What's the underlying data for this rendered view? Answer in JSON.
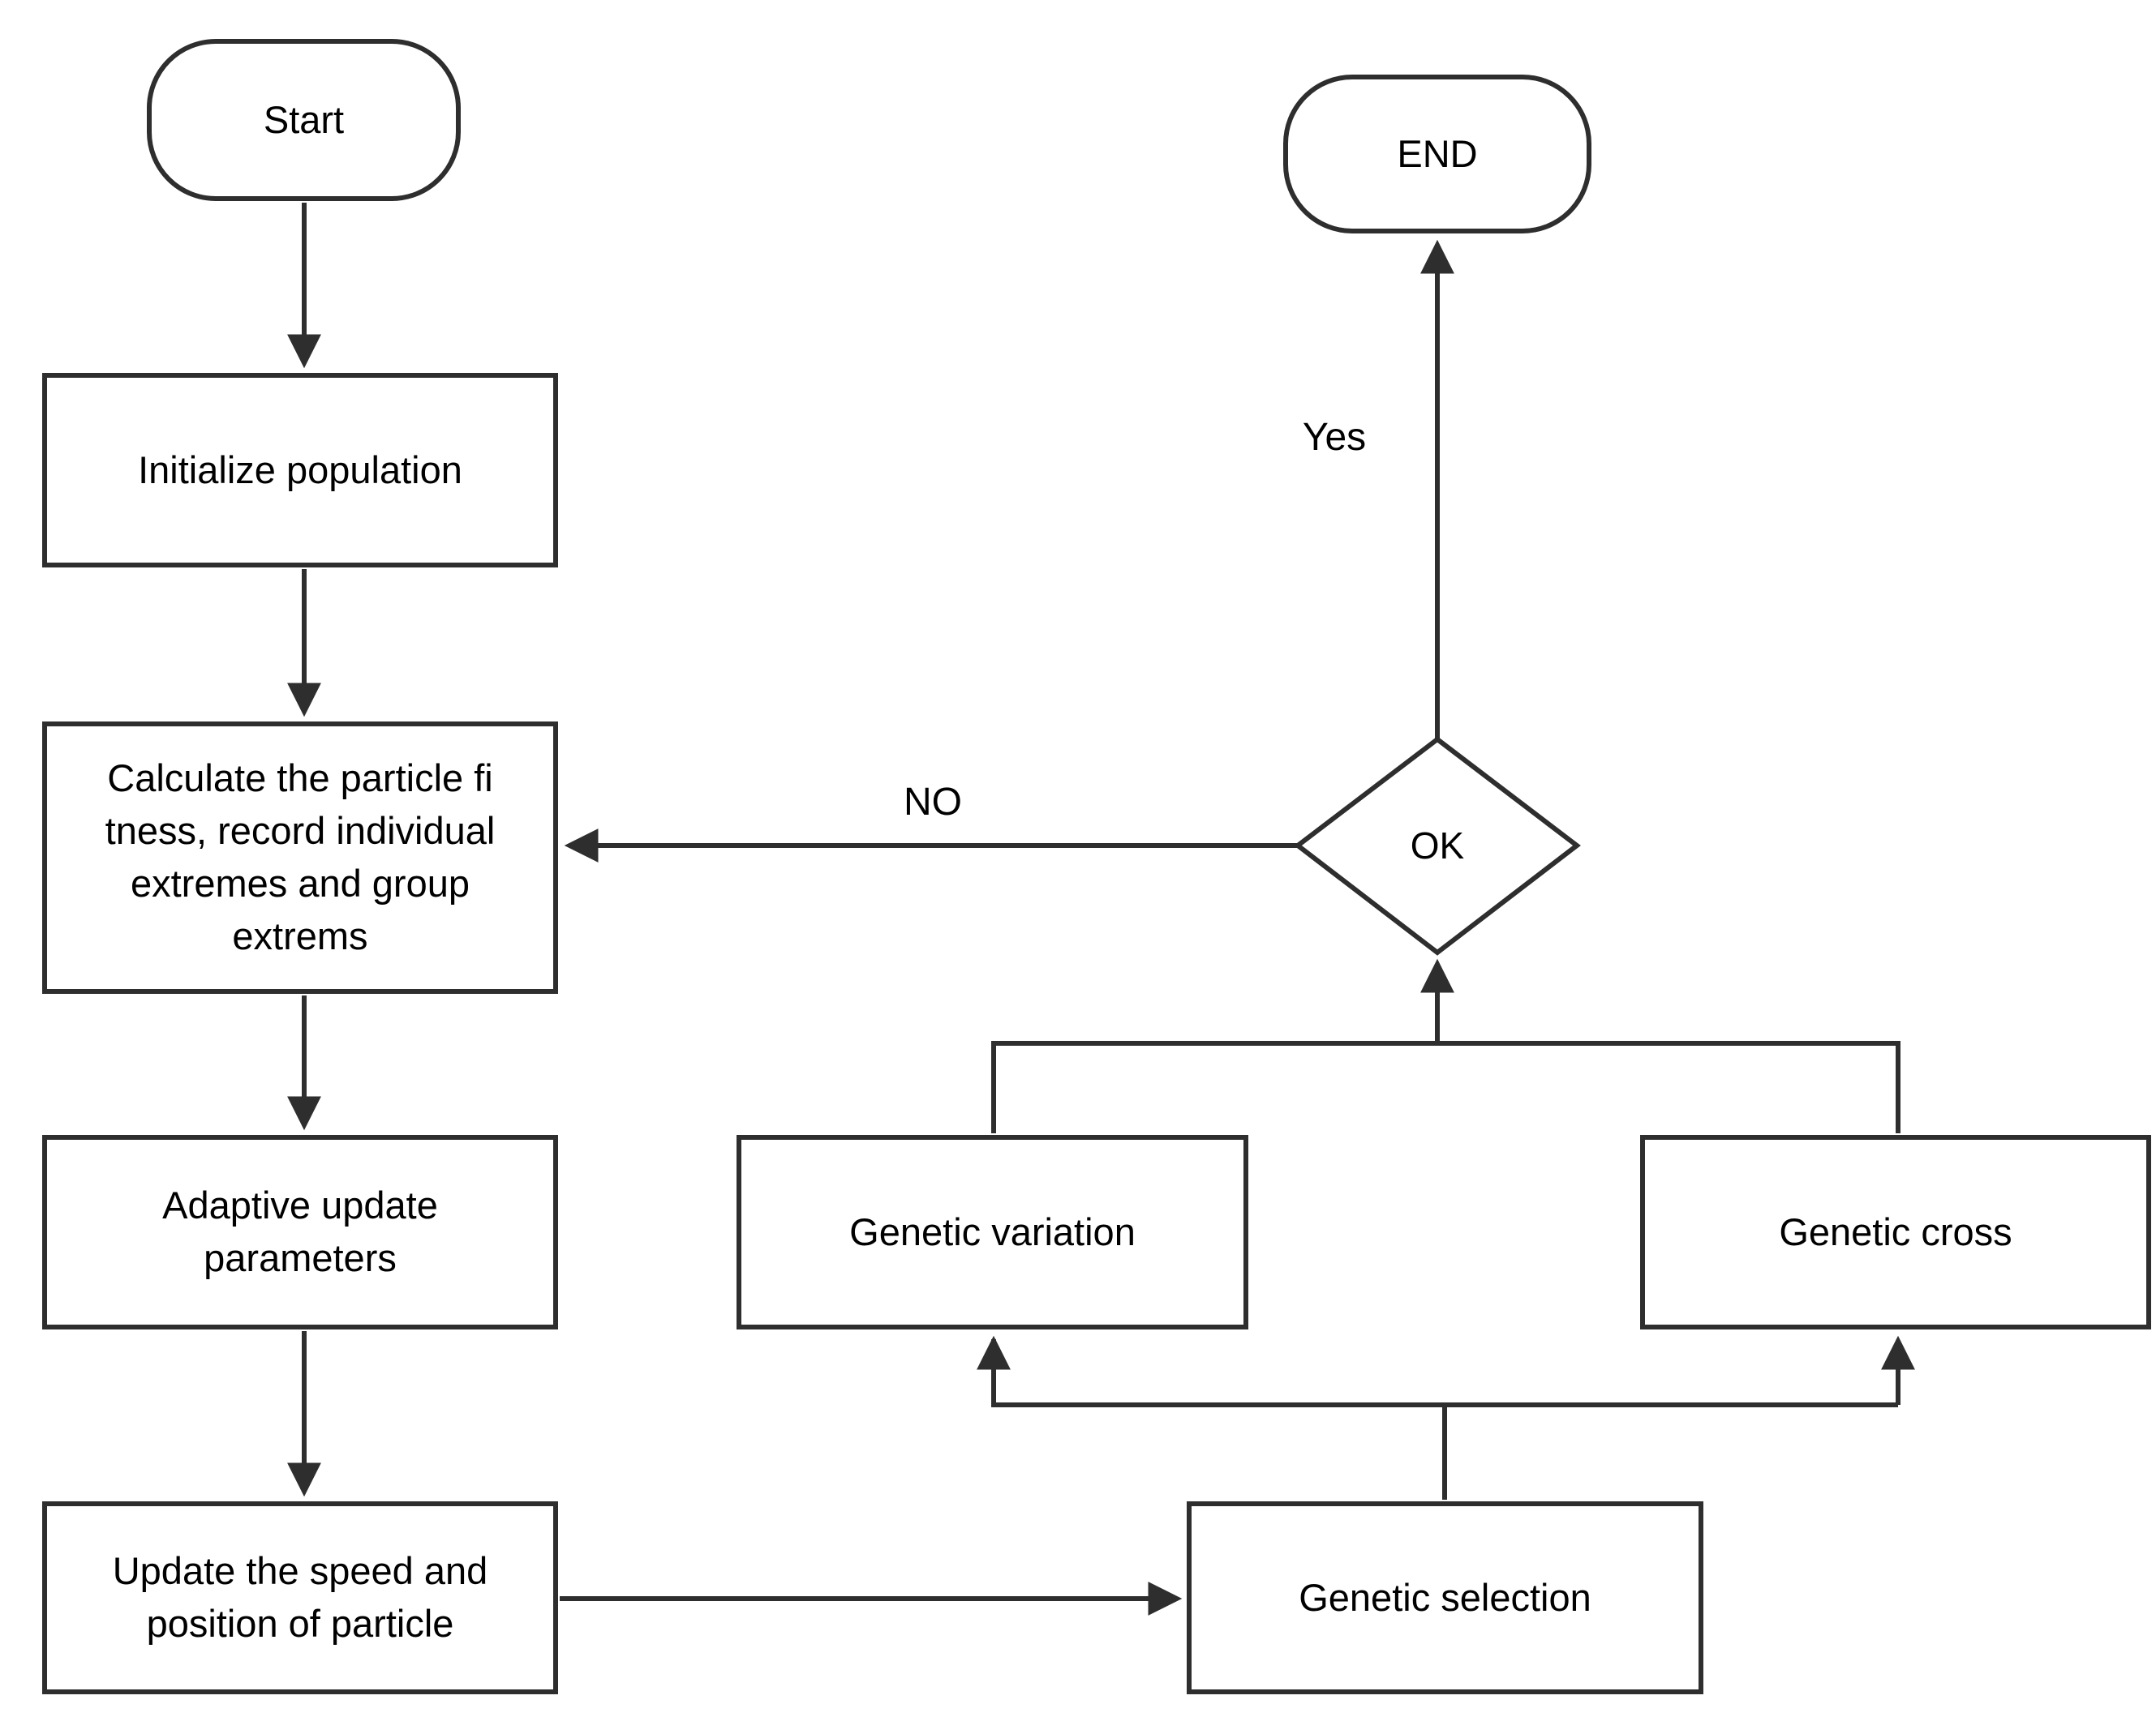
{
  "diagram": {
    "nodes": {
      "start": {
        "label": "Start"
      },
      "end": {
        "label": "END"
      },
      "initialize": {
        "label": "Initialize population"
      },
      "calculate": {
        "lines": [
          "Calculate the particle fi",
          "tness, record individual",
          "extremes and group",
          "extrems"
        ]
      },
      "adaptive": {
        "lines": [
          "Adaptive update",
          "parameters"
        ]
      },
      "update_speed": {
        "lines": [
          "Update the speed and",
          "position of particle"
        ]
      },
      "genetic_variation": {
        "label": "Genetic variation"
      },
      "genetic_cross": {
        "label": "Genetic cross"
      },
      "genetic_selection": {
        "label": "Genetic selection"
      },
      "decision": {
        "label": "OK"
      }
    },
    "edge_labels": {
      "yes": "Yes",
      "no": "NO"
    },
    "colors": {
      "stroke": "#2e2e2e",
      "text": "#000000",
      "background": "#ffffff"
    }
  }
}
